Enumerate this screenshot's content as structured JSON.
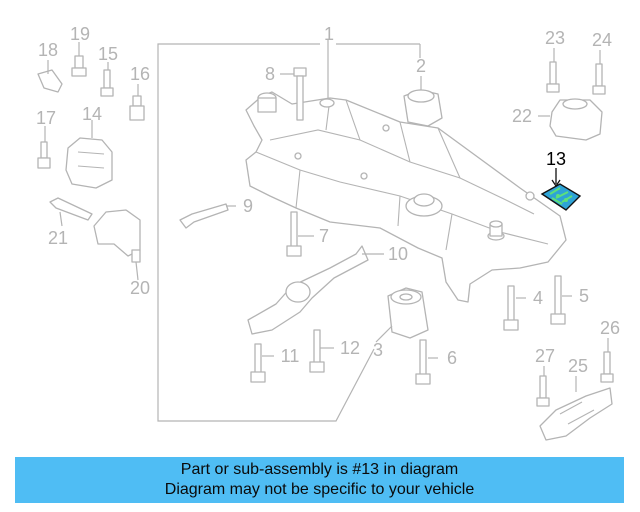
{
  "diagram": {
    "callouts": {
      "c1": "1",
      "c2": "2",
      "c3": "3",
      "c4": "4",
      "c5": "5",
      "c6": "6",
      "c7": "7",
      "c8": "8",
      "c9": "9",
      "c10": "10",
      "c11": "11",
      "c12": "12",
      "c13": "13",
      "c14": "14",
      "c15": "15",
      "c16": "16",
      "c17": "17",
      "c18": "18",
      "c19": "19",
      "c20": "20",
      "c21": "21",
      "c22": "22",
      "c23": "23",
      "c24": "24",
      "c25": "25",
      "c26": "26",
      "c27": "27"
    },
    "highlighted_part": "13",
    "colors": {
      "line_art": "#b4b4b4",
      "highlight_part": "#2ea3d6",
      "highlight_pattern": "#5de07a",
      "banner": "#4fbdf4"
    }
  },
  "banner": {
    "line1": "Part or sub-assembly is #13 in diagram",
    "line2": "Diagram may not be specific to your vehicle"
  }
}
